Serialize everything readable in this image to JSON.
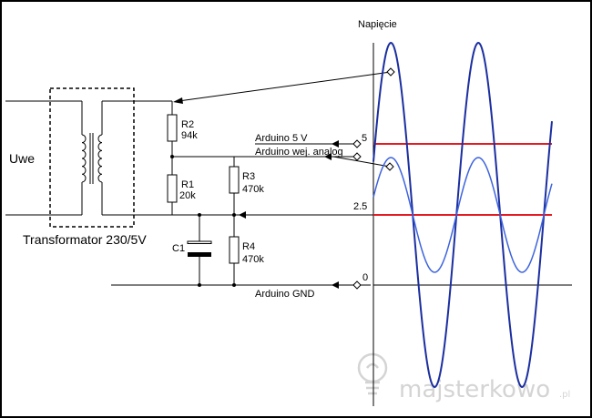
{
  "labels": {
    "input": "Uwe",
    "transformer": "Transformator 230/5V",
    "axis_title": "Napięcie",
    "r2_name": "R2",
    "r2_value": "94k",
    "r1_name": "R1",
    "r1_value": "20k",
    "r3_name": "R3",
    "r3_value": "470k",
    "r4_name": "R4",
    "r4_value": "470k",
    "c1_name": "C1",
    "arduino_5v": "Arduino 5 V",
    "arduino_analog": "Arduino wej. analog",
    "arduino_gnd": "Arduino GND",
    "tick_5": "5",
    "tick_25": "2.5",
    "tick_0": "0"
  },
  "watermark": {
    "text": "majsterkowo",
    "suffix": ".pl"
  },
  "colors": {
    "reference_line": "#e31b23",
    "outer_wave": "#1b2fa0",
    "inner_wave": "#3d63dd",
    "wire": "#000000",
    "watermark": "#d4d4d4"
  }
}
